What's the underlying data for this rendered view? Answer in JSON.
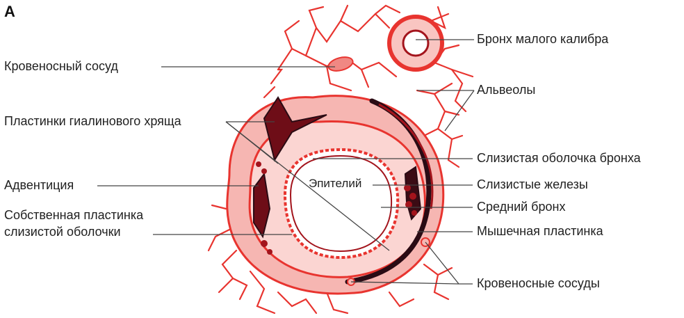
{
  "figure": {
    "panel_letter": "А",
    "labels": {
      "vessel": "Кровеносный сосуд",
      "cartilage": "Пластинки гиалинового хряща",
      "adventitia": "Адвентиция",
      "lamina_propria_1": "Собственная пластинка",
      "lamina_propria_2": "слизистой оболочки",
      "small_bronchus": "Бронх малого калибра",
      "alveoli": "Альвеолы",
      "mucosa": "Слизистая оболочка бронха",
      "glands": "Слизистые железы",
      "medium_bronchus": "Средний бронх",
      "muscle": "Мышечная пластинка",
      "vessels": "Кровеносные сосуды",
      "epithelium": "Эпителий"
    }
  },
  "colors": {
    "tissue": "#e8342f",
    "tissue_light": "#f6a3a0",
    "tissue_dark": "#a3141c",
    "muscle": "#2a0b14",
    "leader": "#444444"
  }
}
